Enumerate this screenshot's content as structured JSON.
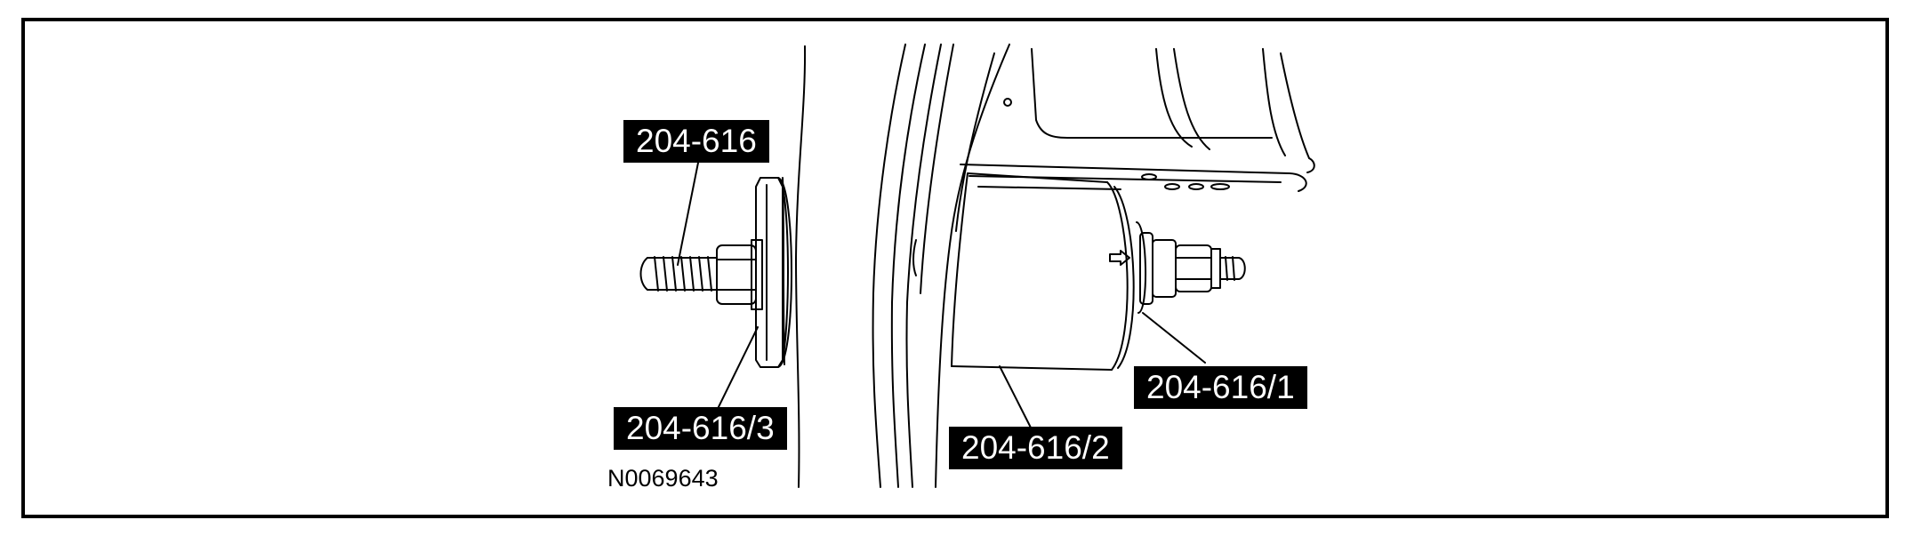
{
  "callouts": {
    "tool_main": "204-616",
    "tool_sub1": "204-616/1",
    "tool_sub2": "204-616/2",
    "tool_sub3": "204-616/3"
  },
  "figure_id": "N0069643",
  "colors": {
    "line": "#000000",
    "label_bg": "#000000",
    "label_text": "#ffffff",
    "background": "#ffffff"
  }
}
